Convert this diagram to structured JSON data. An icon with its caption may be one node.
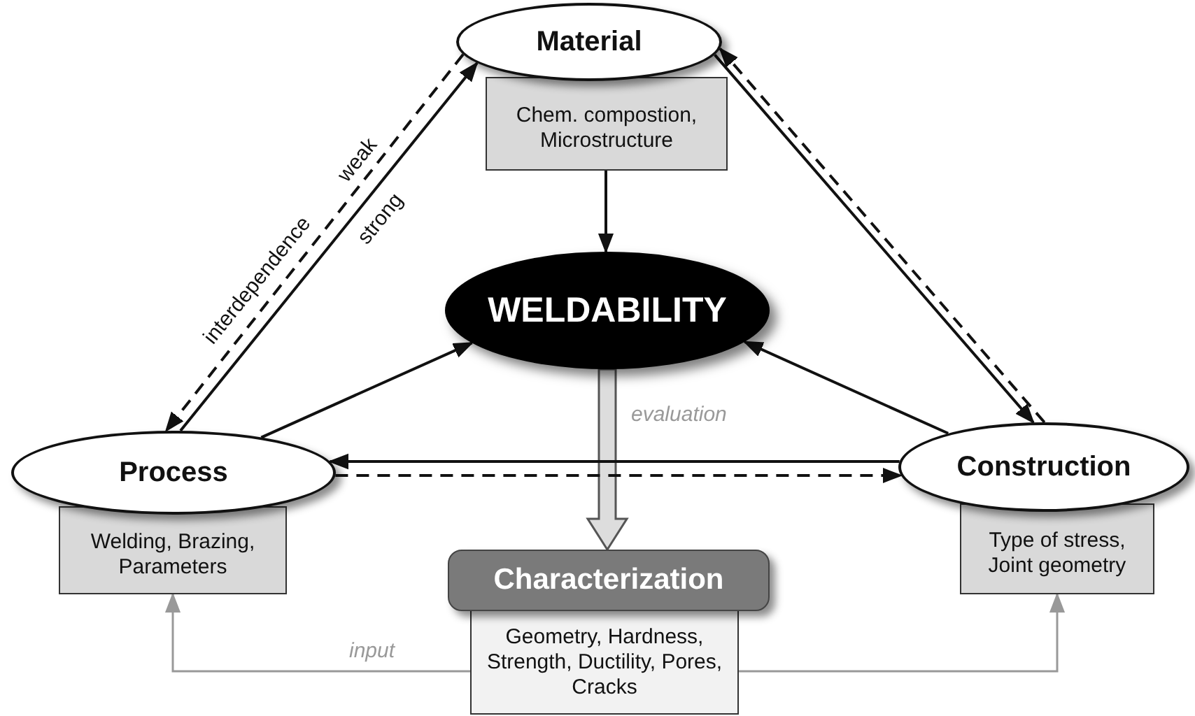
{
  "diagram": {
    "nodes": [
      {
        "text": [
          "Material"
        ]
      },
      {
        "text": [
          "Chem. compostion, Microstructure"
        ]
      },
      {
        "text": [
          "WELDABILITY"
        ]
      },
      {
        "text": [
          "Process"
        ]
      },
      {
        "text": [
          "Welding, Brazing, Parameters"
        ]
      },
      {
        "text": [
          "Characterization"
        ]
      },
      {
        "text": [
          "Geometry, Hardness, Strength, Ductility, Pores, Cracks"
        ]
      },
      {
        "text": [
          "Construction"
        ]
      },
      {
        "text": [
          "Type of stress, Joint geometry"
        ]
      }
    ],
    "edges": [
      {
        "from": 1,
        "to": 2,
        "arrow": "to"
      },
      {
        "from": 3,
        "to": 2,
        "arrow": "to"
      },
      {
        "from": 7,
        "to": 2,
        "arrow": "to"
      },
      {
        "from": 2,
        "to": 5,
        "arrow": "to",
        "label": "evaluation",
        "style": "thick",
        "color": "#dddddd"
      },
      {
        "from": 3,
        "to": 0,
        "arrow": "to",
        "label": "strong"
      },
      {
        "from": 0,
        "to": 3,
        "arrow": "to",
        "label": "weak",
        "style": "dashed"
      },
      {
        "from": 0,
        "to": 7,
        "arrow": "to"
      },
      {
        "from": 7,
        "to": 0,
        "arrow": "to",
        "style": "dashed"
      },
      {
        "from": 7,
        "to": 3,
        "arrow": "to"
      },
      {
        "from": 3,
        "to": 7,
        "arrow": "to",
        "style": "dashed"
      },
      {
        "from": 6,
        "to": 4,
        "arrow": "to",
        "label": "input",
        "color": "#999999"
      },
      {
        "from": 6,
        "to": 8,
        "arrow": "to",
        "color": "#999999"
      }
    ],
    "labels": [
      "interdependence"
    ]
  }
}
